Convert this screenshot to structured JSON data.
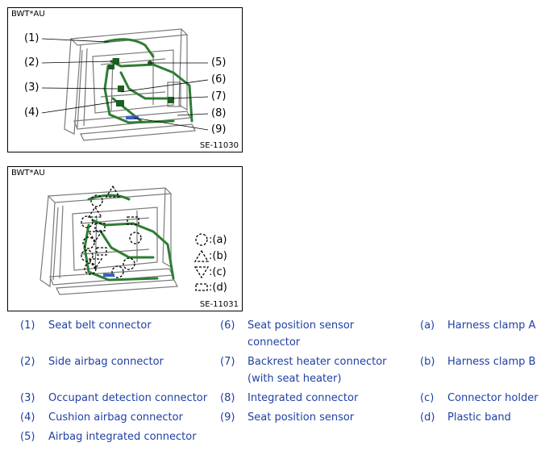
{
  "figure1": {
    "title": "BWT*AU",
    "code": "SE-11030",
    "callouts": [
      "(1)",
      "(2)",
      "(3)",
      "(4)",
      "(5)",
      "(6)",
      "(7)",
      "(8)",
      "(9)"
    ]
  },
  "figure2": {
    "title": "BWT*AU",
    "code": "SE-11031",
    "symbol_labels": [
      ":(a)",
      ":(b)",
      ":(c)",
      ":(d)"
    ]
  },
  "legend": {
    "col1": [
      {
        "num": "(1)",
        "text": "Seat belt connector"
      },
      {
        "num": "(2)",
        "text": "Side airbag connector"
      },
      {
        "num": "(3)",
        "text": "Occupant detection connector"
      },
      {
        "num": "(4)",
        "text": "Cushion airbag connector"
      },
      {
        "num": "(5)",
        "text": "Airbag integrated connector"
      }
    ],
    "col2": [
      {
        "num": "(6)",
        "text": "Seat position sensor connector"
      },
      {
        "num": "(7)",
        "text": "Backrest heater connector (with seat heater)"
      },
      {
        "num": "(8)",
        "text": "Integrated connector"
      },
      {
        "num": "(9)",
        "text": "Seat position sensor"
      }
    ],
    "col3": [
      {
        "num": "(a)",
        "text": "Harness clamp A"
      },
      {
        "num": "(b)",
        "text": "Harness clamp B"
      },
      {
        "num": "(c)",
        "text": "Connector holder"
      },
      {
        "num": "(d)",
        "text": "Plastic band"
      }
    ]
  },
  "colors": {
    "harness": "#2e7d32",
    "legend_text": "#1f3fa3",
    "frame_line": "#7a7a7a"
  }
}
